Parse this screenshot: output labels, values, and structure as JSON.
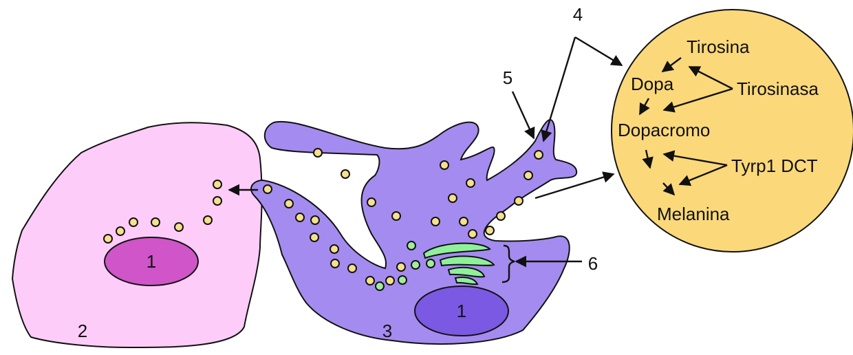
{
  "labels": {
    "nucleus_keratinocyte": "1",
    "nucleus_melanocyte": "1",
    "keratinocyte": "2",
    "melanocyte": "3",
    "callout_4": "4",
    "callout_5": "5",
    "callout_6": "6"
  },
  "pathway": {
    "tirosina": "Tirosina",
    "dopa": "Dopa",
    "tirosinasa": "Tirosinasa",
    "dopacromo": "Dopacromo",
    "tyrp1_dct": "Tyrp1 DCT",
    "melanina": "Melanina"
  },
  "colors": {
    "keratinocyte_fill": "#fdccf9",
    "keratinocyte_nucleus": "#cf55c8",
    "melanocyte_fill": "#a48bef",
    "melanocyte_nucleus": "#7b59e2",
    "melanosome": "#f6e08e",
    "premelanosome": "#9fee9a",
    "golgi": "#8ff09a",
    "pathway_circle": "#fbd87a"
  }
}
